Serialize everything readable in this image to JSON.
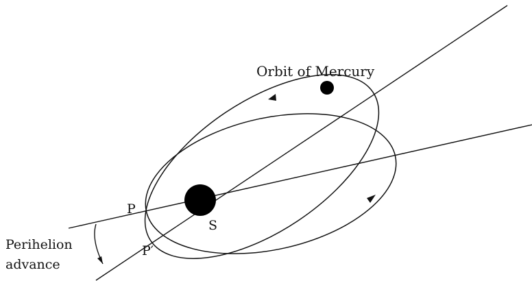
{
  "labels": {
    "orbit_title": "Orbit of Mercury",
    "perihelion_old": "P",
    "perihelion_new": "P′",
    "sun": "S",
    "advance_line1": "Perihelion",
    "advance_line2": "advance"
  },
  "colors": {
    "ink": "#111111",
    "background": "#ffffff"
  }
}
